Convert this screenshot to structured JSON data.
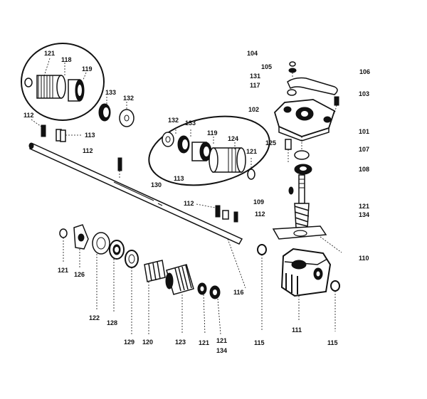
{
  "diagram": {
    "labels": {
      "l121a": "121",
      "l118a": "118",
      "l119a": "119",
      "l133a": "133",
      "l132a": "132",
      "l112a": "112",
      "l113a": "113",
      "l112b": "112",
      "l132b": "132",
      "l133b": "133",
      "l119b": "119",
      "l124": "124",
      "l121b": "121",
      "l125": "125",
      "l113b": "113",
      "l130": "130",
      "l104": "104",
      "l105": "105",
      "l131": "131",
      "l117": "117",
      "l106": "106",
      "l103": "103",
      "l102": "102",
      "l101": "101",
      "l107": "107",
      "l108": "108",
      "l109": "109",
      "l112c": "112",
      "l112d": "112",
      "l121c": "121",
      "l134a": "134",
      "l110": "110",
      "l121d": "121",
      "l126": "126",
      "l116": "116",
      "l122": "122",
      "l128": "128",
      "l129": "129",
      "l120": "120",
      "l123": "123",
      "l121e": "121",
      "l121f": "121",
      "l134b": "134",
      "l115a": "115",
      "l111": "111",
      "l115b": "115"
    }
  }
}
